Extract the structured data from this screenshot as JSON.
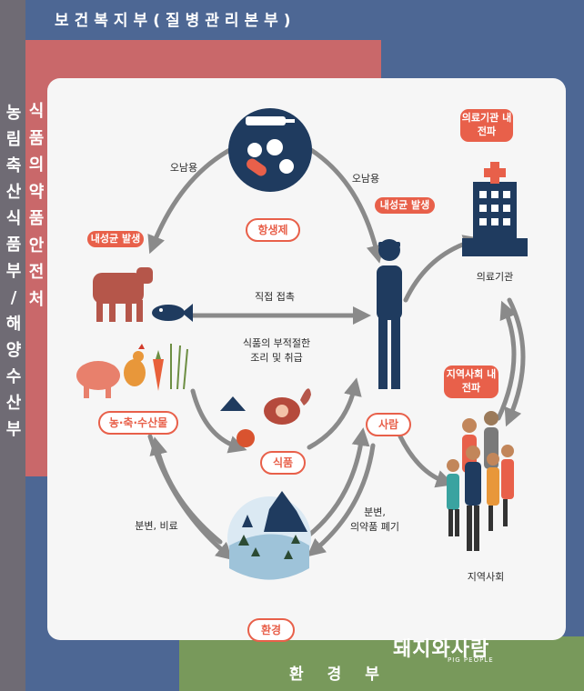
{
  "agencies": {
    "mohw": "보건복지부(질병관리본부)",
    "mafra": [
      "농",
      "림",
      "축",
      "산",
      "식",
      "품",
      "부",
      "/",
      "해",
      "양",
      "수",
      "산",
      "부"
    ],
    "mfds": [
      "식",
      "품",
      "의",
      "약",
      "품",
      "안",
      "전",
      "처"
    ],
    "env": "환경부"
  },
  "nodes": {
    "antibiotic": "항생제",
    "agri": "농·축·수산물",
    "food": "식품",
    "human": "사람",
    "environment": "환경"
  },
  "badges": {
    "resistance_animal": "내성균 발생",
    "resistance_human": "내성균 발생",
    "hospital_spread": [
      "의료기관 내",
      "전파"
    ],
    "community_spread": [
      "지역사회 내",
      "전파"
    ]
  },
  "labels": {
    "misuse_left": "오남용",
    "misuse_right": "오남용",
    "direct_contact": "직접 접촉",
    "food_handling": [
      "식품의 부적절한",
      "조리 및 취급"
    ],
    "manure": "분변, 비료",
    "waste": [
      "분변,",
      "의약품 폐기"
    ],
    "hospital": "의료기관",
    "community": "지역사회"
  },
  "watermark": {
    "text": "돼지와사람",
    "sub": "PIG PEOPLE"
  },
  "colors": {
    "mohw": "#4d6794",
    "mafra": "#6f6b74",
    "mfds": "#c9686a",
    "env": "#78995b",
    "accent": "#e8604a",
    "navy": "#1f3b5f"
  }
}
